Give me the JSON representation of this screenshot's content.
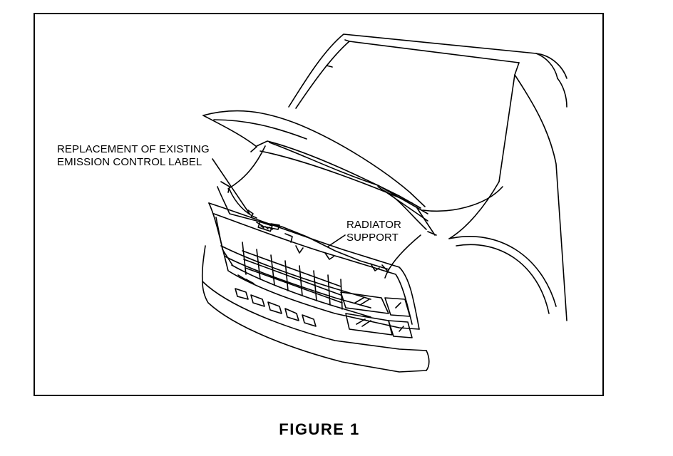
{
  "figure": {
    "callouts": {
      "emission_label_line1": "REPLACEMENT OF EXISTING",
      "emission_label_line2": "EMISSION CONTROL LABEL",
      "radiator_line1": "RADIATOR",
      "radiator_line2": "SUPPORT"
    },
    "caption": "FIGURE 1"
  },
  "colors": {
    "ink": "#000000",
    "paper": "#ffffff"
  }
}
